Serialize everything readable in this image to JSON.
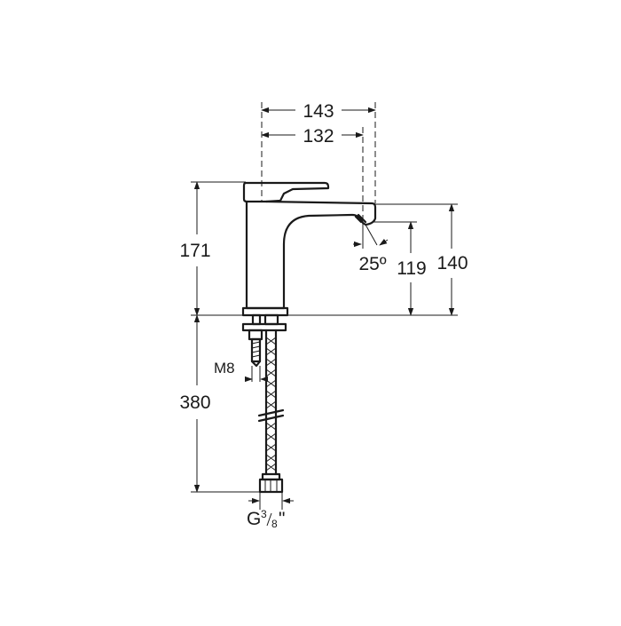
{
  "dimensions": {
    "width_overall": "143",
    "width_spout": "132",
    "height_total": "171",
    "spout_angle": "25º",
    "height_spout_outlet": "119",
    "height_spout_top": "140",
    "thread": "M8",
    "hose_length": "380",
    "connection_prefix": "G",
    "connection_num": "3",
    "connection_den": "8",
    "connection_suffix": "\""
  },
  "colors": {
    "line": "#1a1a1a",
    "background": "#ffffff"
  }
}
